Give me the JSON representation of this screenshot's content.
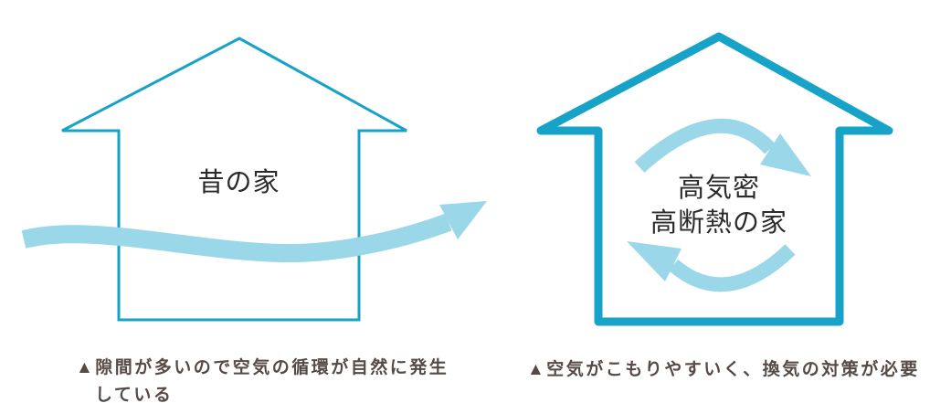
{
  "colors": {
    "house_outline": "#17a2c7",
    "airflow_arrow": "#9ad7e9",
    "label_text": "#2b2b2b",
    "caption_text": "#554a45",
    "background": "#ffffff"
  },
  "old_house": {
    "label": "昔の家",
    "caption_line1": "▲隙間が多いので空気の循環が自然に発生",
    "caption_line2": "している"
  },
  "new_house": {
    "label_line1": "高気密",
    "label_line2": "高断熱の家",
    "caption": "▲空気がこもりやすいく、換気の対策が必要"
  },
  "icons": {
    "airflow_through_arrow": "wavy-arrow-passing-through-house",
    "circulation_top_arrow": "curved-arrow-pointing-right",
    "circulation_bottom_arrow": "curved-arrow-pointing-left",
    "caption_marker": "black-up-pointing-triangle"
  }
}
